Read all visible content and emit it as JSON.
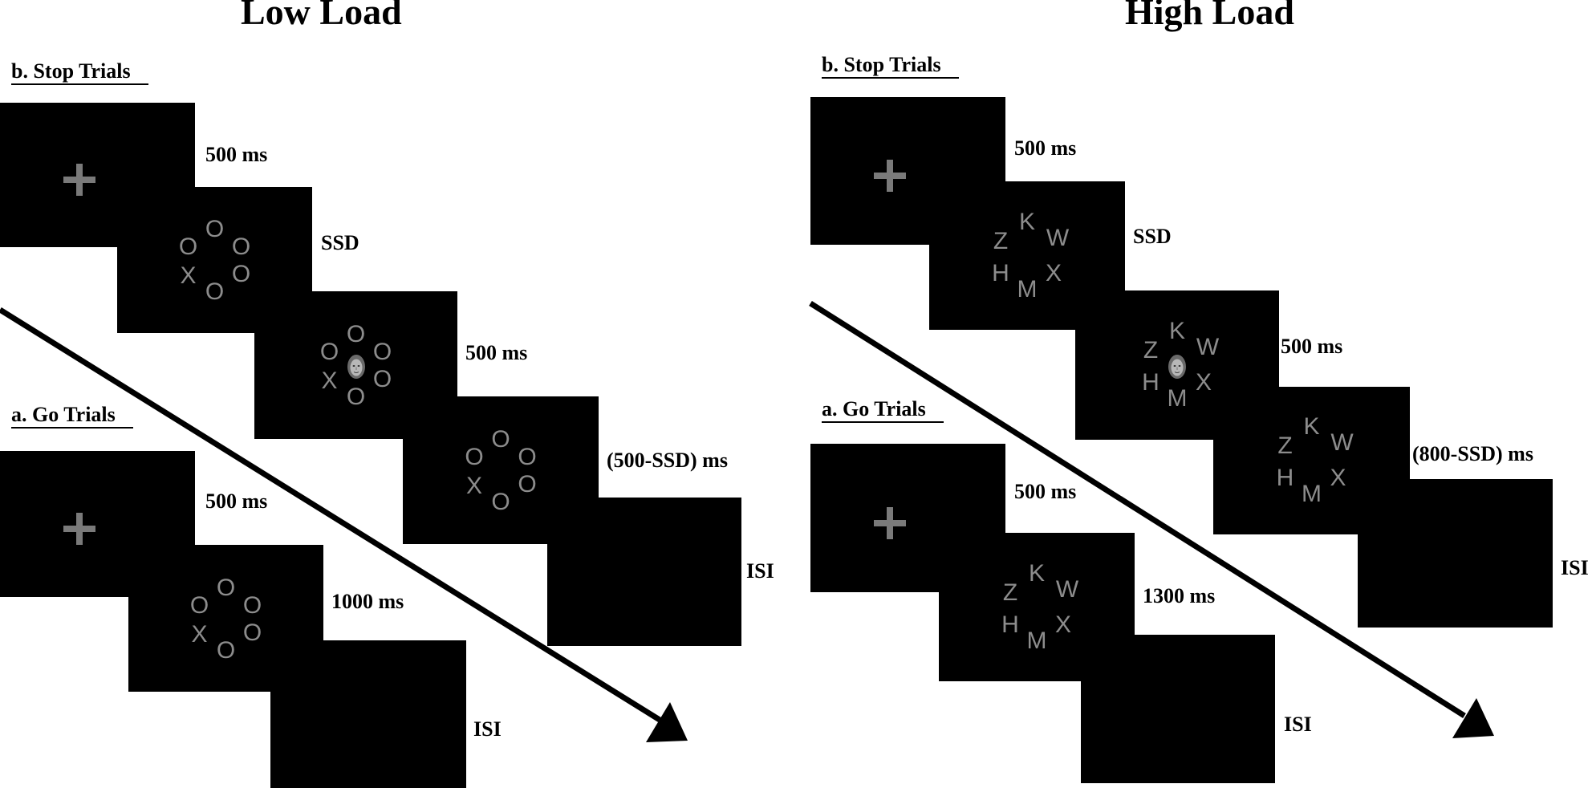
{
  "panels": {
    "low": {
      "title": "Low Load",
      "stop_label": "b. Stop Trials",
      "go_label": "a. Go Trials",
      "stop_timings": [
        "500 ms",
        "SSD",
        "500 ms",
        "(500-SSD) ms",
        "ISI"
      ],
      "go_timings": [
        "500 ms",
        "1000 ms",
        "ISI"
      ],
      "letters": [
        "O",
        "O",
        "O",
        "X",
        "O",
        "O"
      ]
    },
    "high": {
      "title": "High Load",
      "stop_label": "b. Stop Trials",
      "go_label": "a. Go Trials",
      "stop_timings": [
        "500 ms",
        "SSD",
        "500 ms",
        "(800-SSD) ms",
        "ISI"
      ],
      "go_timings": [
        "500 ms",
        "1300 ms",
        "ISI"
      ],
      "letters": [
        "K",
        "W",
        "X",
        "M",
        "H",
        "Z"
      ]
    }
  },
  "icons": {
    "fixation": "fixation-cross-icon",
    "face": "face-image-icon"
  },
  "colors": {
    "screen": "#000000",
    "stimulus": "#8c8c8c",
    "arrow": "#000000"
  }
}
